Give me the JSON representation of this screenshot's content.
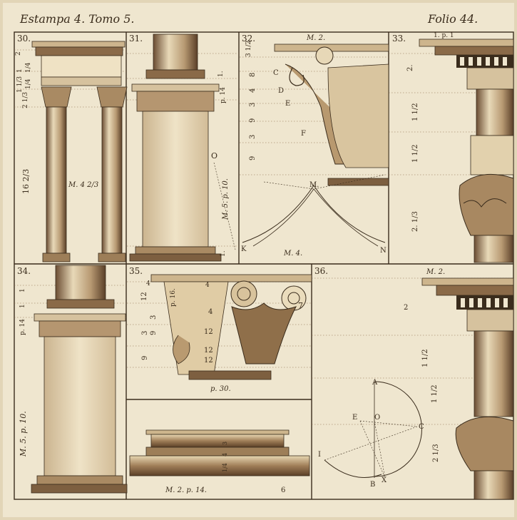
{
  "header": {
    "left": "Estampa 4. Tomo 5.",
    "right": "Folio 44."
  },
  "panels": {
    "p30": {
      "num": "30.",
      "meas": [
        "2",
        "1",
        "1/4",
        "1/4",
        "1 1/3",
        "2 1/3"
      ],
      "height": "16 2/3",
      "module": "M. 4 2/3"
    },
    "p31": {
      "num": "31.",
      "meas": [
        "1.",
        "p. 14",
        "1."
      ],
      "module": "M. 5. p. 10.",
      "letter": "O"
    },
    "p32": {
      "num": "32.",
      "module_top": "M. 2.",
      "meas": [
        "3 1/2",
        "8",
        "4",
        "3",
        "9",
        "3",
        "9"
      ],
      "letters": [
        "C",
        "D",
        "E",
        "F",
        "M.",
        "K",
        "N"
      ],
      "module_bottom": "M. 4."
    },
    "p33": {
      "num": "33.",
      "top": "1. p. 1",
      "meas": [
        "2.",
        "1 1/2",
        "1 1/2",
        "2. 1/3"
      ]
    },
    "p34": {
      "num": "34.",
      "meas": [
        "1",
        "1",
        "p. 14"
      ],
      "module": "M. 5. p. 10."
    },
    "p35": {
      "num": "35.",
      "meas": [
        "4",
        "4",
        "p. 16.",
        "12",
        "3",
        "9",
        "3",
        "9",
        "4",
        "12",
        "12",
        "12",
        "7"
      ],
      "caption": "p. 30.",
      "base_meas": [
        "3",
        "4",
        "1/4"
      ],
      "base_caption": "M. 2. p. 14.",
      "base_side": "6"
    },
    "p36": {
      "num": "36.",
      "module": "M. 2.",
      "meas": [
        "2",
        "1 1/2",
        "1 1/2",
        "2 1/3"
      ],
      "letters": [
        "A",
        "E",
        "O",
        "C",
        "I",
        "B",
        "X"
      ]
    }
  },
  "colors": {
    "paper": "#efe6cf",
    "ink": "#3a2c1c",
    "sepia": "#8a6a48",
    "shade": "#b89a73"
  }
}
